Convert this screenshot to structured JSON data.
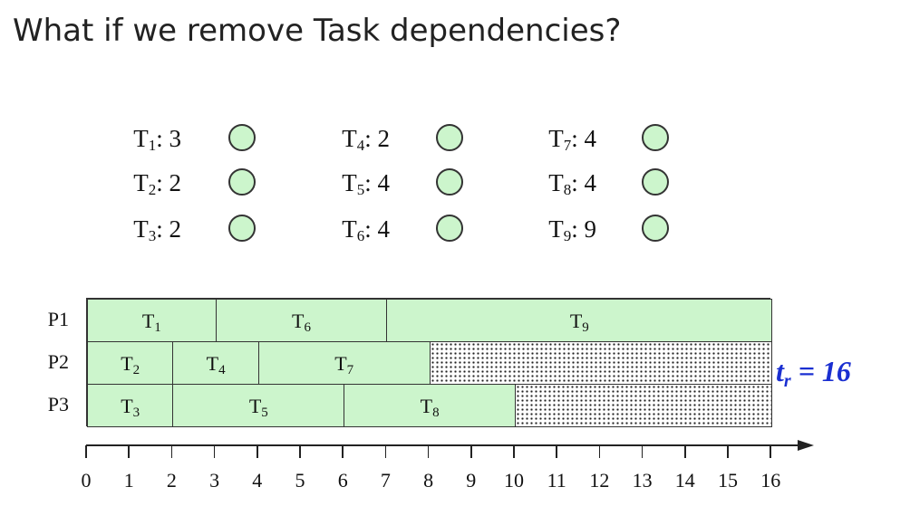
{
  "title": "What if we remove Task dependencies?",
  "tasks": [
    {
      "name": "T",
      "num": "1",
      "suffix": ": 3",
      "duration": 3
    },
    {
      "name": "T",
      "num": "2",
      "suffix": ": 2",
      "duration": 2
    },
    {
      "name": "T",
      "num": "3",
      "suffix": ": 2",
      "duration": 2
    },
    {
      "name": "T",
      "num": "4",
      "suffix": ": 2",
      "duration": 2
    },
    {
      "name": "T",
      "num": "5",
      "suffix": ": 4",
      "duration": 4
    },
    {
      "name": "T",
      "num": "6",
      "suffix": ": 4",
      "duration": 4
    },
    {
      "name": "T",
      "num": "7",
      "suffix": ": 4",
      "duration": 4
    },
    {
      "name": "T",
      "num": "8",
      "suffix": ": 4",
      "duration": 4
    },
    {
      "name": "T",
      "num": "9",
      "suffix": ": 9",
      "duration": 9
    }
  ],
  "processors": [
    {
      "label": "P1",
      "tasks": [
        {
          "name": "T",
          "num": "1",
          "start": 0,
          "end": 3
        },
        {
          "name": "T",
          "num": "6",
          "start": 3,
          "end": 7
        },
        {
          "name": "T",
          "num": "9",
          "start": 7,
          "end": 16
        }
      ],
      "idle": []
    },
    {
      "label": "P2",
      "tasks": [
        {
          "name": "T",
          "num": "2",
          "start": 0,
          "end": 2
        },
        {
          "name": "T",
          "num": "4",
          "start": 2,
          "end": 4
        },
        {
          "name": "T",
          "num": "7",
          "start": 4,
          "end": 8
        }
      ],
      "idle": [
        {
          "start": 8,
          "end": 16
        }
      ]
    },
    {
      "label": "P3",
      "tasks": [
        {
          "name": "T",
          "num": "3",
          "start": 0,
          "end": 2
        },
        {
          "name": "T",
          "num": "5",
          "start": 2,
          "end": 6
        },
        {
          "name": "T",
          "num": "8",
          "start": 6,
          "end": 10
        }
      ],
      "idle": [
        {
          "start": 10,
          "end": 16
        }
      ]
    }
  ],
  "result": {
    "prefix": "t",
    "sub": "r",
    "text": " = 16"
  },
  "axis": {
    "ticks": [
      "0",
      "1",
      "2",
      "3",
      "4",
      "5",
      "6",
      "7",
      "8",
      "9",
      "10",
      "11",
      "12",
      "13",
      "14",
      "15",
      "16"
    ]
  },
  "colors": {
    "task_fill": "#ccf5cc",
    "result_text": "#1a2fd1"
  }
}
